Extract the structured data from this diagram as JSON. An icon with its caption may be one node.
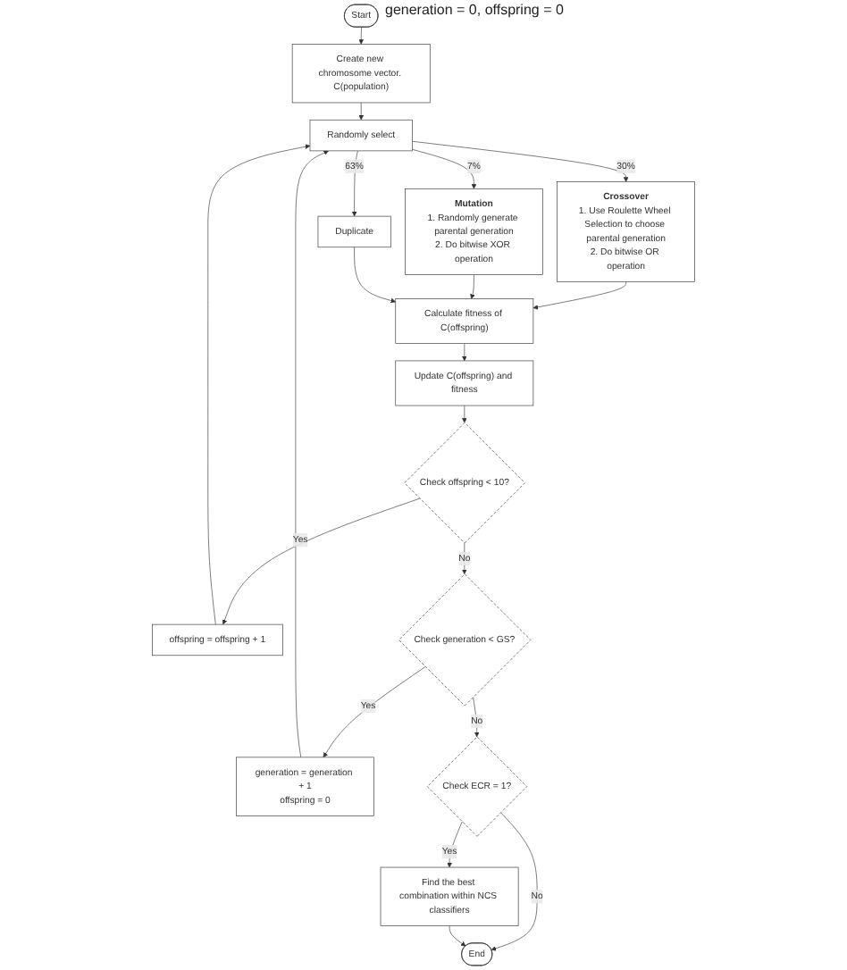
{
  "diagram": {
    "nodes": [
      {
        "text": [
          "Start"
        ],
        "beside": [
          "generation = 0, offspring = 0"
        ]
      },
      {
        "text": [
          "Create new chromosome vector. C(population)"
        ]
      },
      {
        "text": [
          "Randomly select"
        ]
      },
      {
        "text": [
          "Crossover",
          "1. Use Roulette Wheel Selection to choose parental generation",
          "2. Do bitwise OR operation"
        ]
      },
      {
        "text": [
          "Mutation",
          "1. Randomly generate parental generation",
          "2. Do bitwise XOR operation"
        ]
      },
      {
        "text": [
          "Duplicate"
        ]
      },
      {
        "text": [
          "Calculate fitness of C(offspring)"
        ]
      },
      {
        "text": [
          "Update C(offspring) and fitness"
        ]
      },
      {
        "text": [
          "Check offspring < 10?"
        ]
      },
      {
        "text": [
          "offspring = offspring + 1"
        ]
      },
      {
        "text": [
          "Check generation < GS?"
        ]
      },
      {
        "text": [
          "generation = generation + 1",
          "offspring = 0"
        ]
      },
      {
        "text": [
          "Check ECR = 1?"
        ]
      },
      {
        "text": [
          "Find the best combination within NCS classifiers"
        ]
      },
      {
        "text": [
          "End"
        ]
      }
    ],
    "edges": [
      {
        "from": 0,
        "to": 1,
        "arrow": "to"
      },
      {
        "from": 1,
        "to": 2,
        "arrow": "to"
      },
      {
        "from": 2,
        "to": 3,
        "arrow": "to",
        "label": "30%"
      },
      {
        "from": 2,
        "to": 4,
        "arrow": "to",
        "label": "7%"
      },
      {
        "from": 2,
        "to": 5,
        "arrow": "to",
        "label": "63%"
      },
      {
        "from": 3,
        "to": 6,
        "arrow": "to"
      },
      {
        "from": 4,
        "to": 6,
        "arrow": "to"
      },
      {
        "from": 5,
        "to": 6,
        "arrow": "to"
      },
      {
        "from": 6,
        "to": 7,
        "arrow": "to"
      },
      {
        "from": 7,
        "to": 8,
        "arrow": "to"
      },
      {
        "from": 8,
        "to": 9,
        "arrow": "to",
        "label": "Yes"
      },
      {
        "from": 9,
        "to": 2,
        "arrow": "to"
      },
      {
        "from": 8,
        "to": 10,
        "arrow": "to",
        "label": "No"
      },
      {
        "from": 10,
        "to": 11,
        "arrow": "to",
        "label": "Yes"
      },
      {
        "from": 11,
        "to": 2,
        "arrow": "to"
      },
      {
        "from": 10,
        "to": 12,
        "arrow": "to",
        "label": "No"
      },
      {
        "from": 12,
        "to": 13,
        "arrow": "to",
        "label": "Yes"
      },
      {
        "from": 12,
        "to": 14,
        "arrow": "to",
        "label": "No"
      },
      {
        "from": 13,
        "to": 14,
        "arrow": "to"
      }
    ]
  }
}
